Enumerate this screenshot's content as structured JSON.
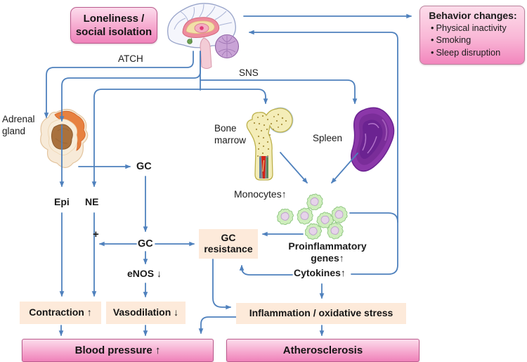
{
  "nodes": {
    "loneliness": "Loneliness /\nsocial isolation",
    "behavior": {
      "title": "Behavior changes:",
      "bullet": "•",
      "items": [
        "Physical inactivity",
        "Smoking",
        "Sleep disruption"
      ]
    },
    "atch": "ATCH",
    "sns": "SNS",
    "adrenal_gland": "Adrenal\ngland",
    "bone_marrow": "Bone\nmarrow",
    "spleen": "Spleen",
    "gc_from_gland": "GC",
    "epi": "Epi",
    "ne": "NE",
    "plus": "+",
    "gc_mid": "GC",
    "enos": "eNOS ↓",
    "monocytes": "Monocytes↑",
    "proinflammatory": "Proinflammatory\ngenes↑",
    "cytokines": "Cytokines↑",
    "gc_resistance": "GC\nresistance",
    "contraction": "Contraction ↑",
    "vasodilation": "Vasodilation ↓",
    "inflammation": "Inflammation / oxidative stress",
    "blood_pressure": "Blood pressure ↑",
    "atherosclerosis": "Atherosclerosis"
  },
  "icons": [
    "brain-icon",
    "adrenal-gland-icon",
    "bone-marrow-icon",
    "spleen-icon",
    "monocyte-cells-icon"
  ],
  "colors": {
    "arrow_blue": "#4f81bd",
    "pink_box_fill_top": "#fcdcec",
    "pink_box_fill_bottom": "#ef82ba",
    "pink_box_border": "#bb5c8e",
    "tan_box_fill": "#fdeada",
    "spleen_purple": "#8b37a9",
    "text": "#1b1b1b"
  }
}
